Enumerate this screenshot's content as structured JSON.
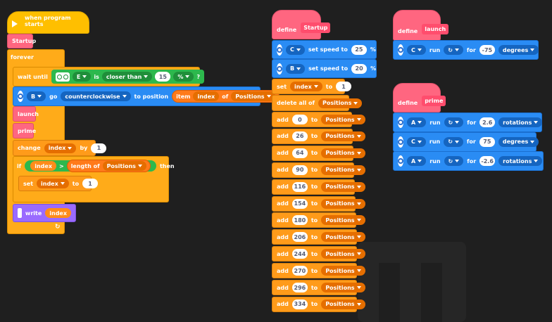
{
  "colors": {
    "background": "#1f1f1f",
    "events": "#ffbf00",
    "control": "#ffab19",
    "myblocks": "#ff6680",
    "motors": "#2a8cf4",
    "variables": "#ff8c1a",
    "sensors": "#2db84d",
    "display": "#9a6bff"
  },
  "script_main": {
    "hat_label": "when program starts",
    "startup": "Startup",
    "forever": "forever",
    "wait_until": "wait until",
    "wait_port": "E",
    "wait_is": "is",
    "wait_mode": "closer than",
    "wait_value": "15",
    "wait_unit": "%",
    "wait_q": "?",
    "go_port": "B",
    "go_word": "go",
    "go_dir": "counterclockwise",
    "to_position": "to position",
    "item": "item",
    "index": "index",
    "of": "of",
    "positions": "Positions",
    "launch": "launch",
    "prime": "prime",
    "change": "change",
    "change_var": "index",
    "by": "by",
    "change_val": "1",
    "if": "if",
    "gt": ">",
    "length_of": "length of",
    "then": "then",
    "set": "set",
    "set_var": "index",
    "to": "to",
    "set_val": "1",
    "write": "write",
    "write_var": "index"
  },
  "script_startup": {
    "define": "define",
    "name": "Startup",
    "speed1_port": "C",
    "speed1_label": "set speed to",
    "speed1_val": "25",
    "pct": "%",
    "speed2_port": "B",
    "speed2_label": "set speed to",
    "speed2_val": "20",
    "set": "set",
    "set_var": "index",
    "to": "to",
    "set_val": "1",
    "delete_all": "delete all of",
    "list": "Positions",
    "add": "add",
    "adds": [
      "0",
      "26",
      "64",
      "90",
      "116",
      "154",
      "180",
      "206",
      "244",
      "270",
      "296",
      "334"
    ]
  },
  "script_launch": {
    "define": "define",
    "name": "launch",
    "port": "C",
    "run": "run",
    "for": "for",
    "val": "-75",
    "unit": "degrees"
  },
  "script_prime": {
    "define": "define",
    "name": "prime",
    "run": "run",
    "for": "for",
    "rows": [
      {
        "port": "A",
        "val": "2.6",
        "unit": "rotations"
      },
      {
        "port": "C",
        "val": "75",
        "unit": "degrees"
      },
      {
        "port": "A",
        "val": "-2.6",
        "unit": "rotations"
      }
    ]
  }
}
